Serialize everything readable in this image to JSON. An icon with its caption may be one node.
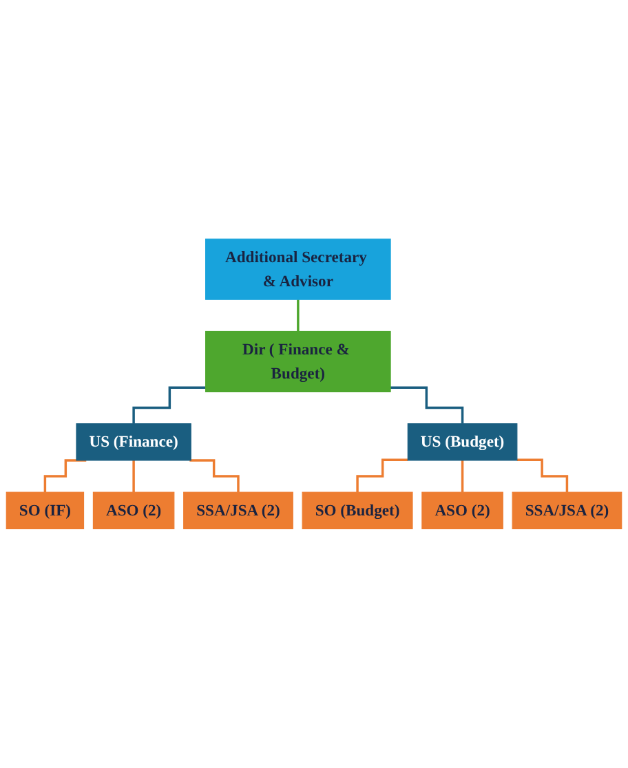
{
  "diagram": {
    "nodes": [
      {
        "text": [
          "Additional Secretary & Advisor"
        ]
      },
      {
        "text": [
          "Dir ( Finance & Budget)"
        ]
      },
      {
        "text": [
          "US (Finance)"
        ]
      },
      {
        "text": [
          "US (Budget)"
        ]
      },
      {
        "text": [
          "SO (IF)"
        ]
      },
      {
        "text": [
          "ASO (2)"
        ]
      },
      {
        "text": [
          "SSA/JSA (2)"
        ]
      },
      {
        "text": [
          "SO (Budget)"
        ]
      },
      {
        "text": [
          "ASO (2)"
        ]
      },
      {
        "text": [
          "SSA/JSA (2)"
        ]
      }
    ],
    "edges": [
      {
        "from": 0,
        "to": 1,
        "arrow": "none",
        "color": "#4ea72e"
      },
      {
        "from": 1,
        "to": 2,
        "arrow": "none",
        "color": "#1a5e80"
      },
      {
        "from": 1,
        "to": 3,
        "arrow": "none",
        "color": "#1a5e80"
      },
      {
        "from": 2,
        "to": 4,
        "arrow": "none",
        "color": "#ed7d31"
      },
      {
        "from": 2,
        "to": 5,
        "arrow": "none",
        "color": "#ed7d31"
      },
      {
        "from": 2,
        "to": 6,
        "arrow": "none",
        "color": "#ed7d31"
      },
      {
        "from": 3,
        "to": 7,
        "arrow": "none",
        "color": "#ed7d31"
      },
      {
        "from": 3,
        "to": 8,
        "arrow": "none",
        "color": "#ed7d31"
      },
      {
        "from": 3,
        "to": 9,
        "arrow": "none",
        "color": "#ed7d31"
      }
    ]
  }
}
